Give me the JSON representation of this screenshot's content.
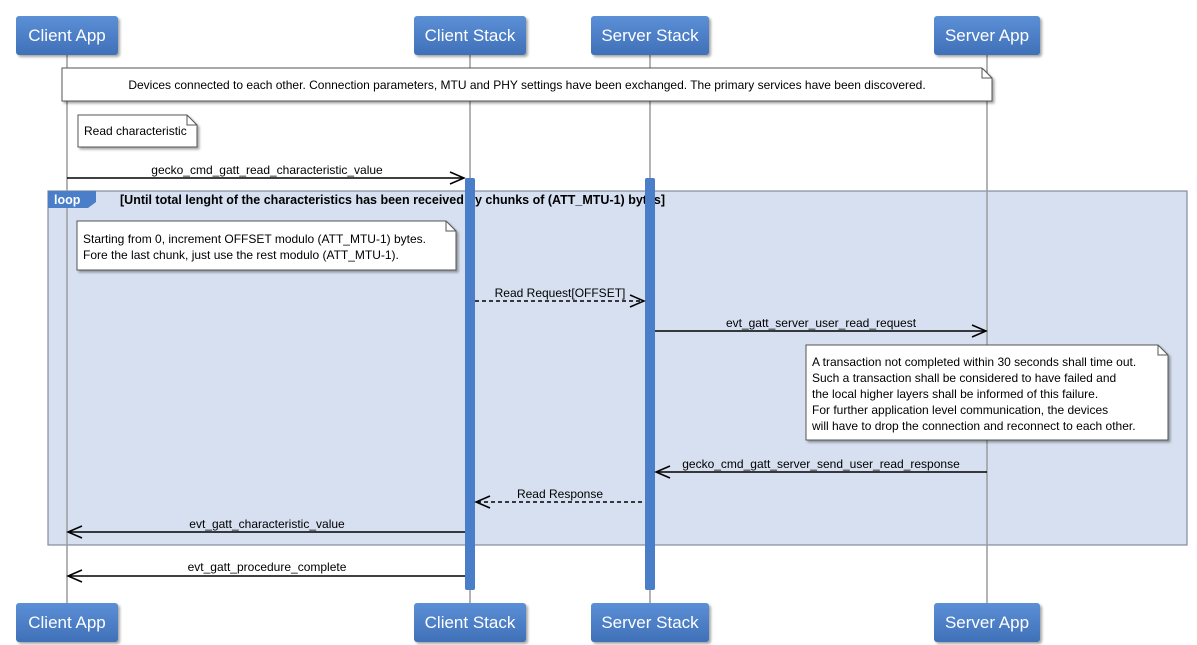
{
  "participants": [
    {
      "id": "client_app",
      "label": "Client App"
    },
    {
      "id": "client_stack",
      "label": "Client Stack"
    },
    {
      "id": "server_stack",
      "label": "Server Stack"
    },
    {
      "id": "server_app",
      "label": "Server App"
    }
  ],
  "notes": {
    "preamble": "Devices connected to each other. Connection parameters, MTU and PHY settings have been exchanged. The primary services have been discovered.",
    "read_char": "Read characteristic",
    "offset_note": [
      "Starting from 0, increment OFFSET modulo (ATT_MTU-1) bytes.",
      "Fore the last chunk, just use the rest modulo (ATT_MTU-1)."
    ],
    "timeout_note": [
      "A transaction not completed within 30 seconds shall time out.",
      "Such a transaction shall be considered to have failed and",
      "the local higher layers shall be informed of this failure.",
      "For further application level communication, the devices",
      "will have to drop the connection and reconnect to each other."
    ]
  },
  "loop": {
    "tag": "loop",
    "condition": "[Until total lenght of the characteristics has been received by chunks of (ATT_MTU-1) bytes]"
  },
  "messages": {
    "read_cmd": "gecko_cmd_gatt_read_characteristic_value",
    "read_request": "Read Request[OFFSET]",
    "user_read_request": "evt_gatt_server_user_read_request",
    "send_user_read_response": "gecko_cmd_gatt_server_send_user_read_response",
    "read_response": "Read Response",
    "characteristic_value": "evt_gatt_characteristic_value",
    "procedure_complete": "evt_gatt_procedure_complete"
  },
  "colors": {
    "actor_fill": "#4a7ec8",
    "activation": "#4a7ec8",
    "lifeline": "#9a9a9a",
    "loop_fill": "#d6e0f0",
    "loop_border": "#7f8ca0",
    "loop_tag": "#4a7ec8",
    "note_fill": "#ffffff"
  }
}
